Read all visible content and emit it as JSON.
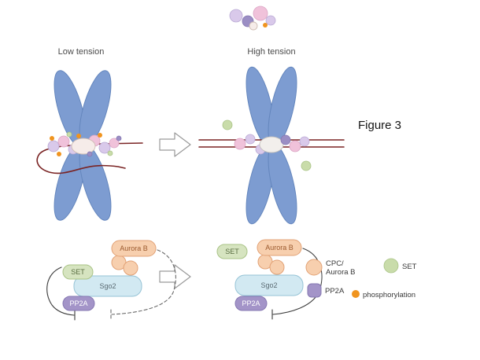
{
  "figure": {
    "title": "Figure 3",
    "panels": {
      "low": {
        "label": "Low tension"
      },
      "high": {
        "label": "High tension"
      }
    },
    "molecules": {
      "aurora_b": "Aurora B",
      "set": "SET",
      "sgo2": "Sgo2",
      "pp2a": "PP2A"
    },
    "legend": {
      "cpc_line1": "CPC/",
      "cpc_line2": "Aurora B",
      "set": "SET",
      "pp2a": "PP2A",
      "phosphorylation": "phosphorylation"
    },
    "colors": {
      "chromosome": "#7d9cd1",
      "chromosome_stroke": "#6486bd",
      "cpc": "#f7cfae",
      "cpc_stroke": "#e2a276",
      "set": "#d6e4c0",
      "set_stroke": "#a9c386",
      "sgo2": "#d2e9f2",
      "sgo2_stroke": "#96c3d6",
      "pp2a": "#a394c8",
      "pp2a_stroke": "#8678b2",
      "phosphorylation": "#f0941f",
      "microtubule": "#7a2424"
    }
  }
}
